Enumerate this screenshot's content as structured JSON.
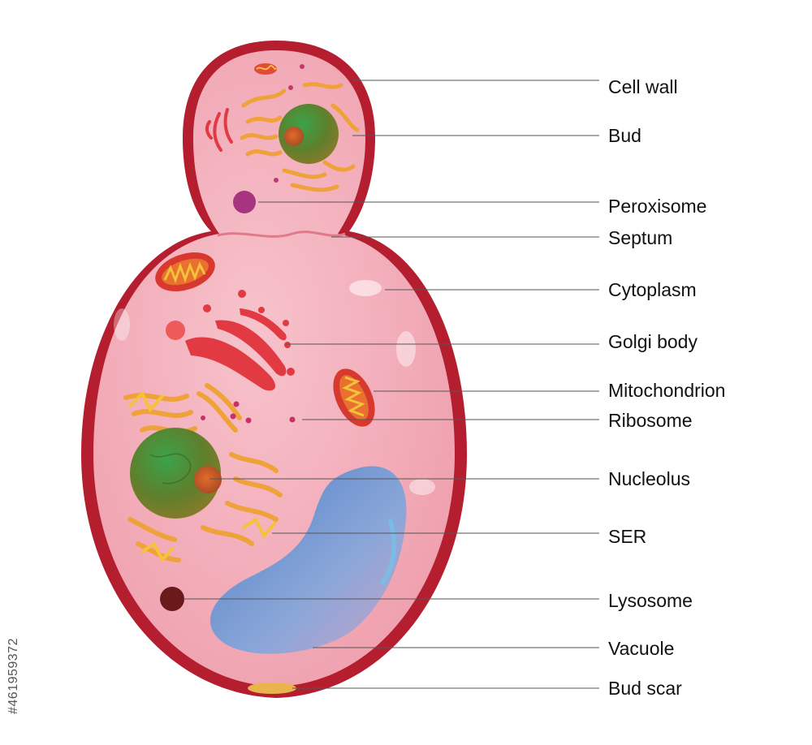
{
  "labels": {
    "cell_wall": "Cell wall",
    "bud": "Bud",
    "peroxisome": "Peroxisome",
    "septum": "Septum",
    "cytoplasm": "Cytoplasm",
    "golgi_body": "Golgi body",
    "mitochondrion": "Mitochondrion",
    "ribosome": "Ribosome",
    "nucleolus": "Nucleolus",
    "ser": "SER",
    "lysosome": "Lysosome",
    "vacuole": "Vacuole",
    "bud_scar": "Bud scar"
  },
  "stock_id": "#461959372",
  "colors": {
    "cell_wall": "#b41e2e",
    "cytoplasm": "#f2a4b1",
    "nucleus": "#6a8a2e",
    "nucleolus": "#c2572a",
    "er": "#f0a23a",
    "vacuole": "#5f8ed0",
    "golgi": "#e23a42",
    "peroxisome": "#a8337f",
    "lysosome": "#6a1a1a",
    "bud_scar": "#e9b44c"
  }
}
